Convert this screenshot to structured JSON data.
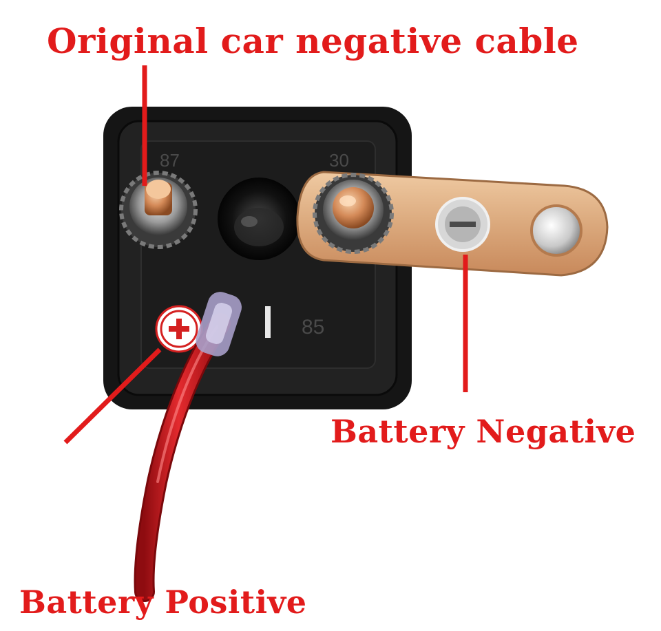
{
  "labels": {
    "top": "Original car negative cable",
    "battery_negative": "Battery Negative",
    "battery_positive": "Battery Positive"
  },
  "housing_marks": {
    "pin_87": "87",
    "pin_30": "30",
    "pin_85": "85"
  },
  "colors": {
    "label_red": "#e21b1b",
    "housing_black": "#1a1a1a",
    "copper": "#d9a77a",
    "cable_red": "#c8151b",
    "background": "#ffffff"
  }
}
